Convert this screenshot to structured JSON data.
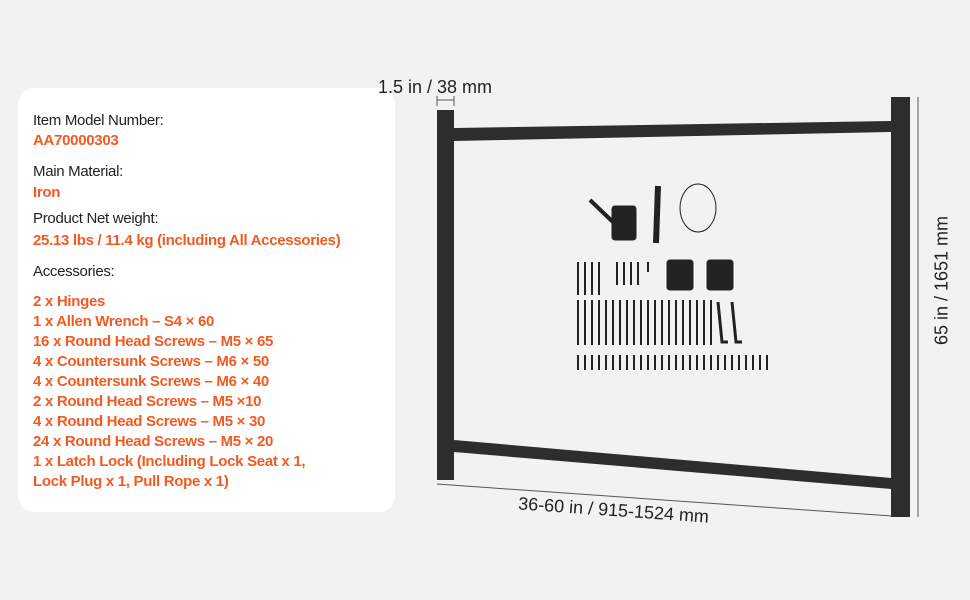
{
  "specs": {
    "model_label": "Item Model Number:",
    "model_value": "AA70000303",
    "material_label": "Main Material:",
    "material_value": "Iron",
    "weight_label": "Product Net weight:",
    "weight_value": "25.13 lbs / 11.4 kg (including All Accessories)",
    "accessories_label": "Accessories:",
    "accessories": [
      "2 x Hinges",
      "1 x Allen Wrench – S4 × 60",
      "16 x Round Head Screws – M5 × 65",
      "4 x Countersunk Screws – M6 × 50",
      "4 x Countersunk Screws – M6 × 40",
      "2 x Round Head Screws – M5 ×10",
      "4 x Round Head Screws – M5 × 30",
      "24 x Round Head Screws – M5 × 20",
      "1 x Latch Lock (Including Lock Seat x 1,",
      "Lock Plug x 1, Pull Rope x 1)"
    ]
  },
  "dimensions": {
    "post_width": "1.5 in / 38 mm",
    "height": "65 in / 1651 mm",
    "width": "36-60 in / 915-1524 mm"
  },
  "colors": {
    "accent": "#f25a22",
    "frame": "#2b2b2b"
  }
}
